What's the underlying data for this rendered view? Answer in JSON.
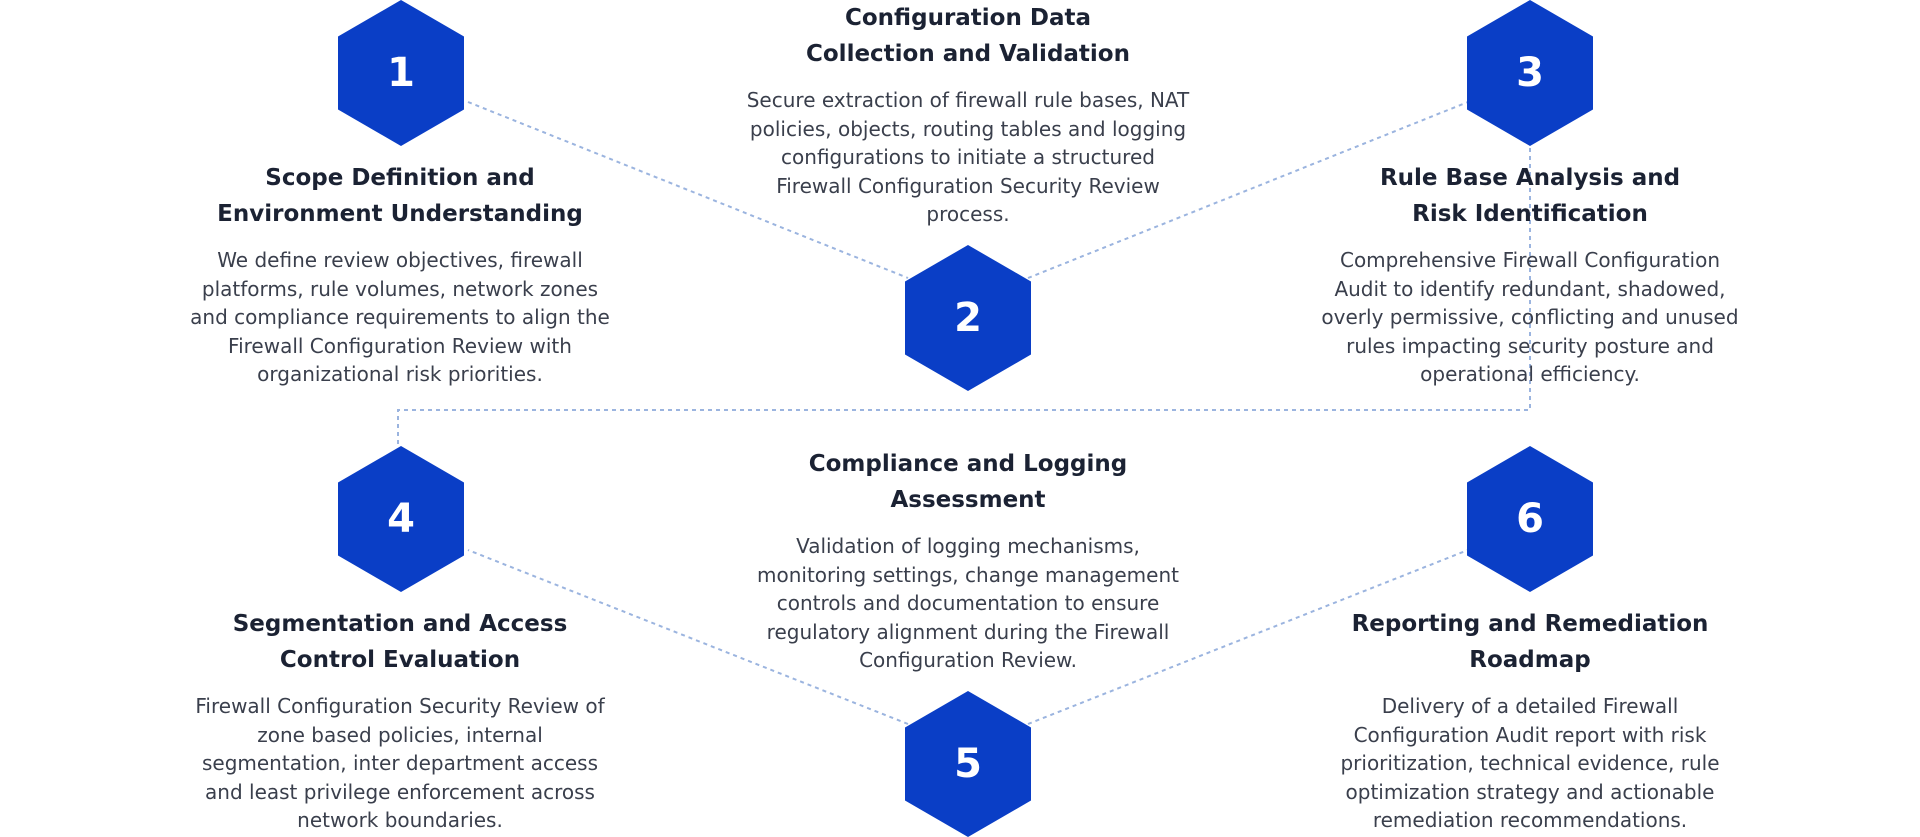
{
  "colors": {
    "hex_fill": "#0a3ec6",
    "connector": "#9bb4df",
    "title_text": "#1b2233",
    "body_text": "#3a3f4c"
  },
  "steps": [
    {
      "number": "1",
      "title_lines": [
        "Scope Definition and",
        "Environment Understanding"
      ],
      "description_lines": [
        "We define review objectives, firewall",
        "platforms, rule volumes, network zones",
        "and compliance requirements to align the",
        "Firewall Configuration Review with",
        "organizational risk priorities."
      ]
    },
    {
      "number": "2",
      "title_lines": [
        "Configuration Data",
        "Collection and Validation"
      ],
      "description_lines": [
        "Secure extraction of firewall rule bases, NAT",
        "policies, objects, routing tables and logging",
        "configurations to initiate a structured",
        "Firewall Configuration Security Review",
        "process."
      ]
    },
    {
      "number": "3",
      "title_lines": [
        "Rule Base Analysis and",
        "Risk Identification"
      ],
      "description_lines": [
        "Comprehensive Firewall Configuration",
        "Audit to identify redundant, shadowed,",
        "overly permissive, conflicting and unused",
        "rules impacting security posture and",
        "operational efficiency."
      ]
    },
    {
      "number": "4",
      "title_lines": [
        "Segmentation and Access",
        "Control Evaluation"
      ],
      "description_lines": [
        "Firewall Configuration Security Review of",
        "zone based policies, internal",
        "segmentation, inter department access",
        "and least privilege enforcement across",
        "network boundaries."
      ]
    },
    {
      "number": "5",
      "title_lines": [
        "Compliance and Logging",
        "Assessment"
      ],
      "description_lines": [
        "Validation of logging mechanisms,",
        "monitoring settings, change management",
        "controls and documentation to ensure",
        "regulatory alignment during the Firewall",
        "Configuration Review."
      ]
    },
    {
      "number": "6",
      "title_lines": [
        "Reporting and Remediation",
        "Roadmap"
      ],
      "description_lines": [
        "Delivery of a detailed Firewall",
        "Configuration Audit report with risk",
        "prioritization, technical evidence, rule",
        "optimization strategy and actionable",
        "remediation recommendations."
      ]
    }
  ]
}
